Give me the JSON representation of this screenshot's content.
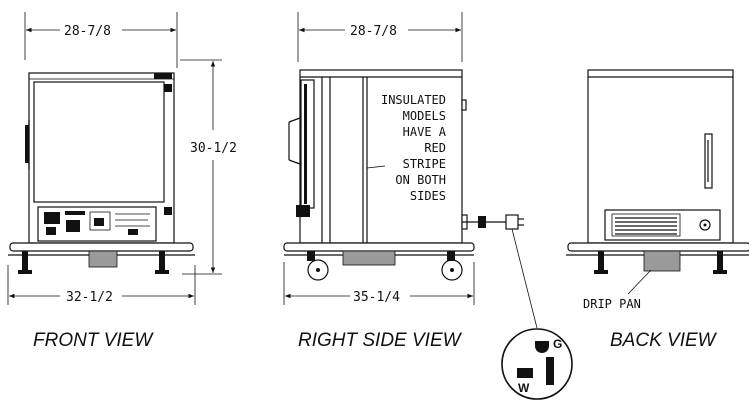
{
  "dimensions": {
    "front_width": "28-7/8",
    "front_height": "30-1/2",
    "front_base_width": "32-1/2",
    "side_width": "28-7/8",
    "side_base_width": "35-1/4"
  },
  "note_lines": [
    "INSULATED",
    "MODELS",
    "HAVE A",
    "RED",
    "STRIPE",
    "ON BOTH",
    "SIDES"
  ],
  "drip_pan_label": "DRIP PAN",
  "plug": {
    "ground": "G",
    "white": "W"
  },
  "views": {
    "front": "FRONT VIEW",
    "right_side": "RIGHT SIDE VIEW",
    "back": "BACK VIEW"
  }
}
